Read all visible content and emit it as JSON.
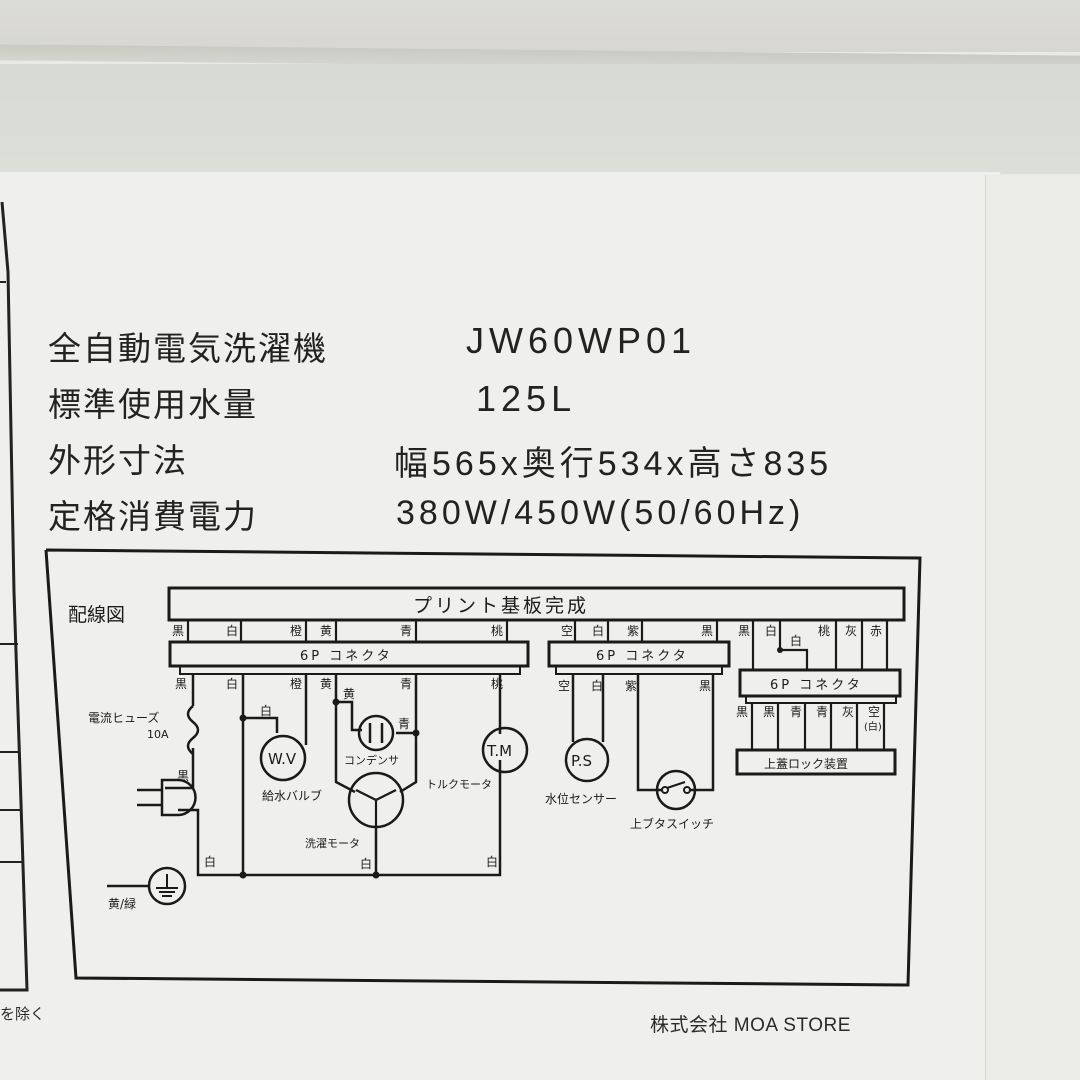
{
  "specs": [
    {
      "key": "全自動電気洗濯機",
      "value": "JW60WP01"
    },
    {
      "key": "標準使用水量",
      "value": "125L"
    },
    {
      "key": "外形寸法",
      "value": "幅565x奥行534x高さ835"
    },
    {
      "key": "定格消費電力",
      "value": "380W/450W(50/60Hz)"
    }
  ],
  "diagram": {
    "title": "配線図",
    "pcb_label": "プリント基板完成",
    "connector_label": "6P コネクタ",
    "connector1_top": [
      "黒",
      "白",
      "橙",
      "黄",
      "青",
      "桃"
    ],
    "connector1_bottom": [
      "黒",
      "白",
      "橙",
      "黄",
      "青",
      "桃"
    ],
    "connector2_top": [
      "空",
      "白",
      "紫",
      "黒"
    ],
    "connector2_bottom": [
      "空",
      "白",
      "紫",
      "黒"
    ],
    "connector3_top": [
      "黒",
      "白",
      "白",
      "桃",
      "灰",
      "赤"
    ],
    "connector3_bottom": [
      "黒",
      "黒",
      "青",
      "青",
      "灰",
      "空"
    ],
    "connector3_note": "(白)",
    "lid_lock_label": "上蓋ロック装置",
    "fuse_label": "電流ヒューズ",
    "fuse_rating": "10A",
    "plug_wire": "黒",
    "ground_label": "黄/緑",
    "valve_symbol": "W.V",
    "valve_label": "給水バルブ",
    "valve_wire": "白",
    "capacitor_label": "コンデンサ",
    "capacitor_wire_left": "黄",
    "capacitor_wire_right": "青",
    "wash_motor_label": "洗濯モータ",
    "torque_motor_symbol": "T.M",
    "torque_motor_label": "トルクモータ",
    "sensor_symbol": "P.S",
    "sensor_label": "水位センサー",
    "lid_switch_label": "上ブタスイッチ",
    "bottom_wires": [
      "白",
      "白",
      "白"
    ]
  },
  "footer": {
    "company": "株式会社 MOA STORE",
    "note": "を除く"
  }
}
